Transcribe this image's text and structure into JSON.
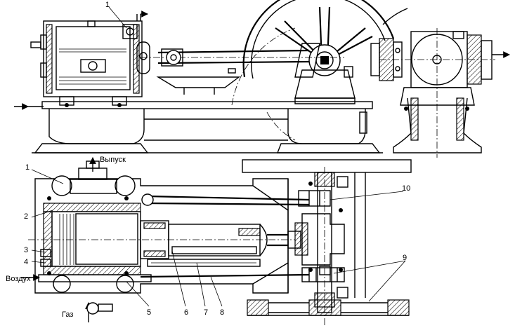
{
  "callouts": {
    "c1_top": "1",
    "c1": "1",
    "c2": "2",
    "c3": "3",
    "c4": "4",
    "c5": "5",
    "c6": "6",
    "c7": "7",
    "c8": "8",
    "c9": "9",
    "c10": "10"
  },
  "captions": {
    "exhaust": "Выпуск",
    "air": "Воздух",
    "gas": "Газ"
  }
}
